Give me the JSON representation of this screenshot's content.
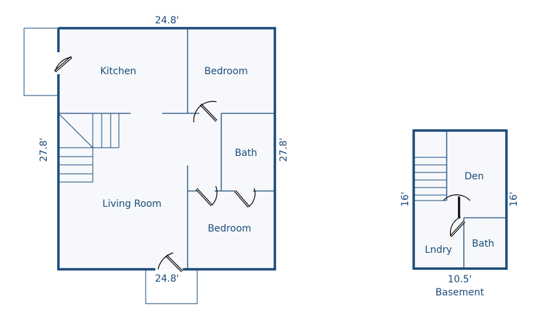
{
  "colors": {
    "wall": "#1a4a7a",
    "floor": "#f6f8fb",
    "text": "#1a4a7a",
    "door": "#000000",
    "background": "#ffffff"
  },
  "main_floor": {
    "rooms": {
      "kitchen": "Kitchen",
      "bedroom_top": "Bedroom",
      "bath": "Bath",
      "living_room": "Living Room",
      "bedroom_bottom": "Bedroom"
    },
    "dimensions": {
      "top": "24.8'",
      "bottom": "24.8'",
      "left": "27.8'",
      "right": "27.8'"
    }
  },
  "basement": {
    "title": "Basement",
    "rooms": {
      "den": "Den",
      "laundry": "Lndry",
      "bath": "Bath"
    },
    "dimensions": {
      "bottom": "10.5'",
      "left": "16'",
      "right": "16'"
    }
  }
}
